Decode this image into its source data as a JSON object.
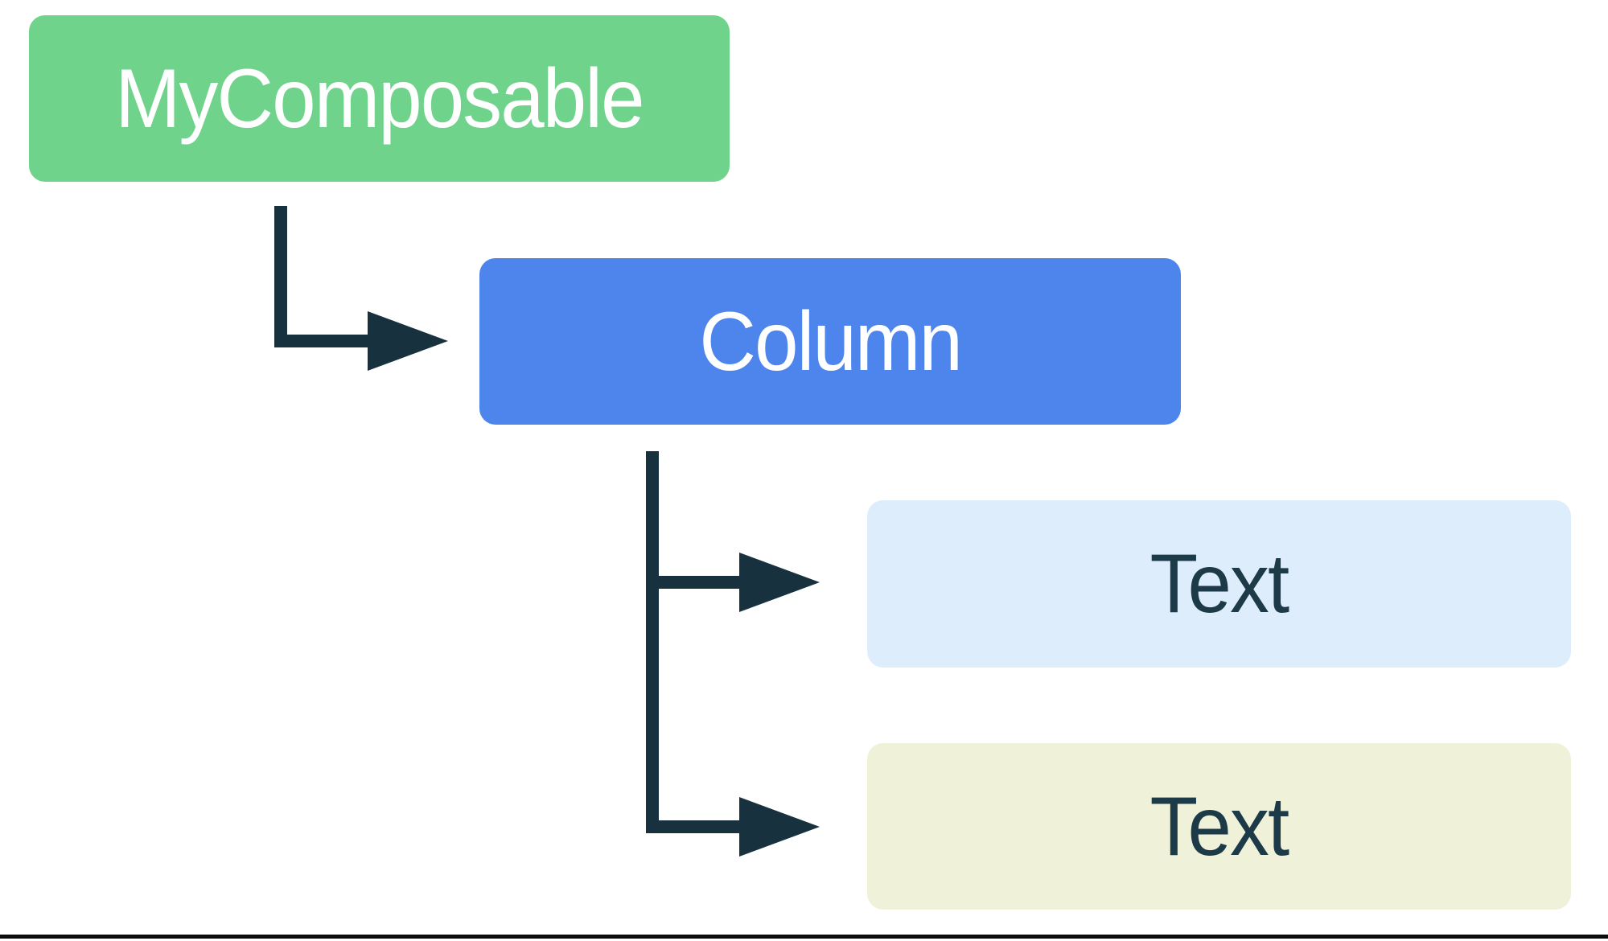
{
  "diagram": {
    "description": "UI hierarchy tree of composables",
    "nodes": [
      {
        "id": "mycomposable",
        "label": "MyComposable",
        "bg": "#70D38B",
        "text_color": "#FFFFFF"
      },
      {
        "id": "column",
        "label": "Column",
        "bg": "#4D85EC",
        "text_color": "#FFFFFF"
      },
      {
        "id": "text-1",
        "label": "Text",
        "bg": "#DEEDFB",
        "text_color": "#1D3A49"
      },
      {
        "id": "text-2",
        "label": "Text",
        "bg": "#EFF2D8",
        "text_color": "#1D3A49"
      }
    ],
    "edges": [
      {
        "from": "MyComposable",
        "to": "Column"
      },
      {
        "from": "Column",
        "to": "Text (first child)"
      },
      {
        "from": "Column",
        "to": "Text (second child)"
      }
    ],
    "colors": {
      "arrow": "#17313F",
      "background": "#FFFFFF",
      "bottom_border": "#0B0B0B"
    }
  }
}
